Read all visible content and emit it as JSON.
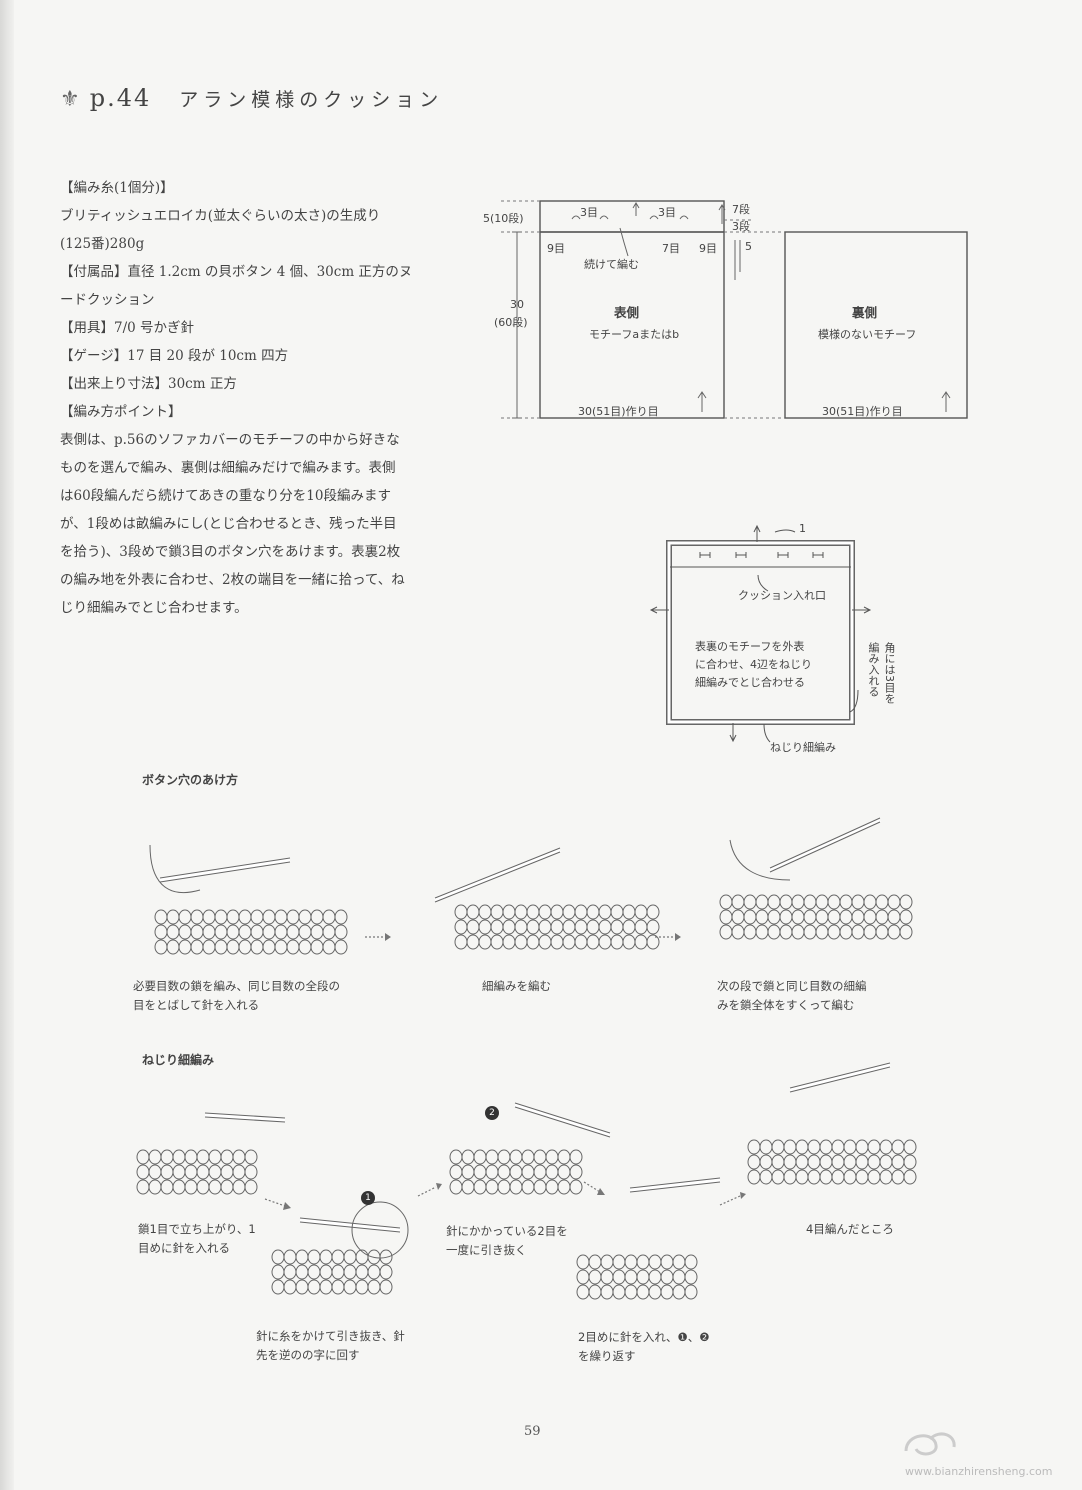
{
  "header": {
    "page_ref": "p.44",
    "title": "アラン模様のクッション"
  },
  "spec": [
    "【編み糸(1個分)】",
    "ブリティッシュエロイカ(並太ぐらいの太さ)の生成り",
    "(125番)280g",
    "【付属品】直径 1.2cm の貝ボタン 4 個、30cm 正方のヌ",
    "ードクッション",
    "【用具】7/0 号かぎ針",
    "【ゲージ】17 目 20 段が 10cm 四方",
    "【出来上り寸法】30cm 正方",
    "【編み方ポイント】",
    "表側は、p.56のソファカバーのモチーフの中から好きな",
    "ものを選んで編み、裏側は細編みだけで編みます。表側",
    "は60段編んだら続けてあきの重なり分を10段編みます",
    "が、1段めは畝編みにし(とじ合わせるとき、残った半目",
    "を拾う)、3段めで鎖3目のボタン穴をあけます。表裏2枚",
    "の編み地を外表に合わせ、2枚の端目を一緒に拾って、ね",
    "じり細編みでとじ合わせます。"
  ],
  "diagram1": {
    "left_dim_top": "5(10段)",
    "left_dim_main_1": "30",
    "left_dim_main_2": "(60段)",
    "top_3me_left": "3目",
    "top_3me_right": "3目",
    "nine_left": "9目",
    "seven": "7目",
    "nine_right": "9目",
    "right_7dan": "7段",
    "right_3dan": "3段",
    "right_5": "5",
    "continue_label": "続けて編む",
    "front_title": "表側",
    "front_sub": "モチーフaまたはb",
    "front_bottom": "30(51目)作り目",
    "back_title": "裏側",
    "back_sub": "模様のないモチーフ",
    "back_bottom": "30(51目)作り目"
  },
  "diagram2": {
    "top_num": "1",
    "opening": "クッション入れ口",
    "center_1": "表裏のモチーフを外表",
    "center_2": "に合わせ、4辺をねじり",
    "center_3": "細編みでとじ合わせる",
    "corner_1": "角には3目を",
    "corner_2": "編み入れる",
    "bottom": "ねじり細編み"
  },
  "buttonhole": {
    "heading": "ボタン穴のあけ方",
    "captions": [
      "必要目数の鎖を編み、同じ目数の全段の\n目をとばして針を入れる",
      "細編みを編む",
      "次の段で鎖と同じ目数の細編\nみを鎖全体をすくって編む"
    ]
  },
  "twisted": {
    "heading": "ねじり細編み",
    "marker_1": "1",
    "marker_2": "2",
    "captions": [
      "鎖1目で立ち上がり、1\n目めに針を入れる",
      "針に糸をかけて引き抜き、針\n先を逆のの字に回す",
      "針にかかっている2目を\n一度に引き抜く",
      "2目めに針を入れ、❶、❷\nを繰り返す",
      "4目編んだところ"
    ]
  },
  "footer": {
    "page_number": "59",
    "watermark": "www.bianzhirensheng.com"
  }
}
